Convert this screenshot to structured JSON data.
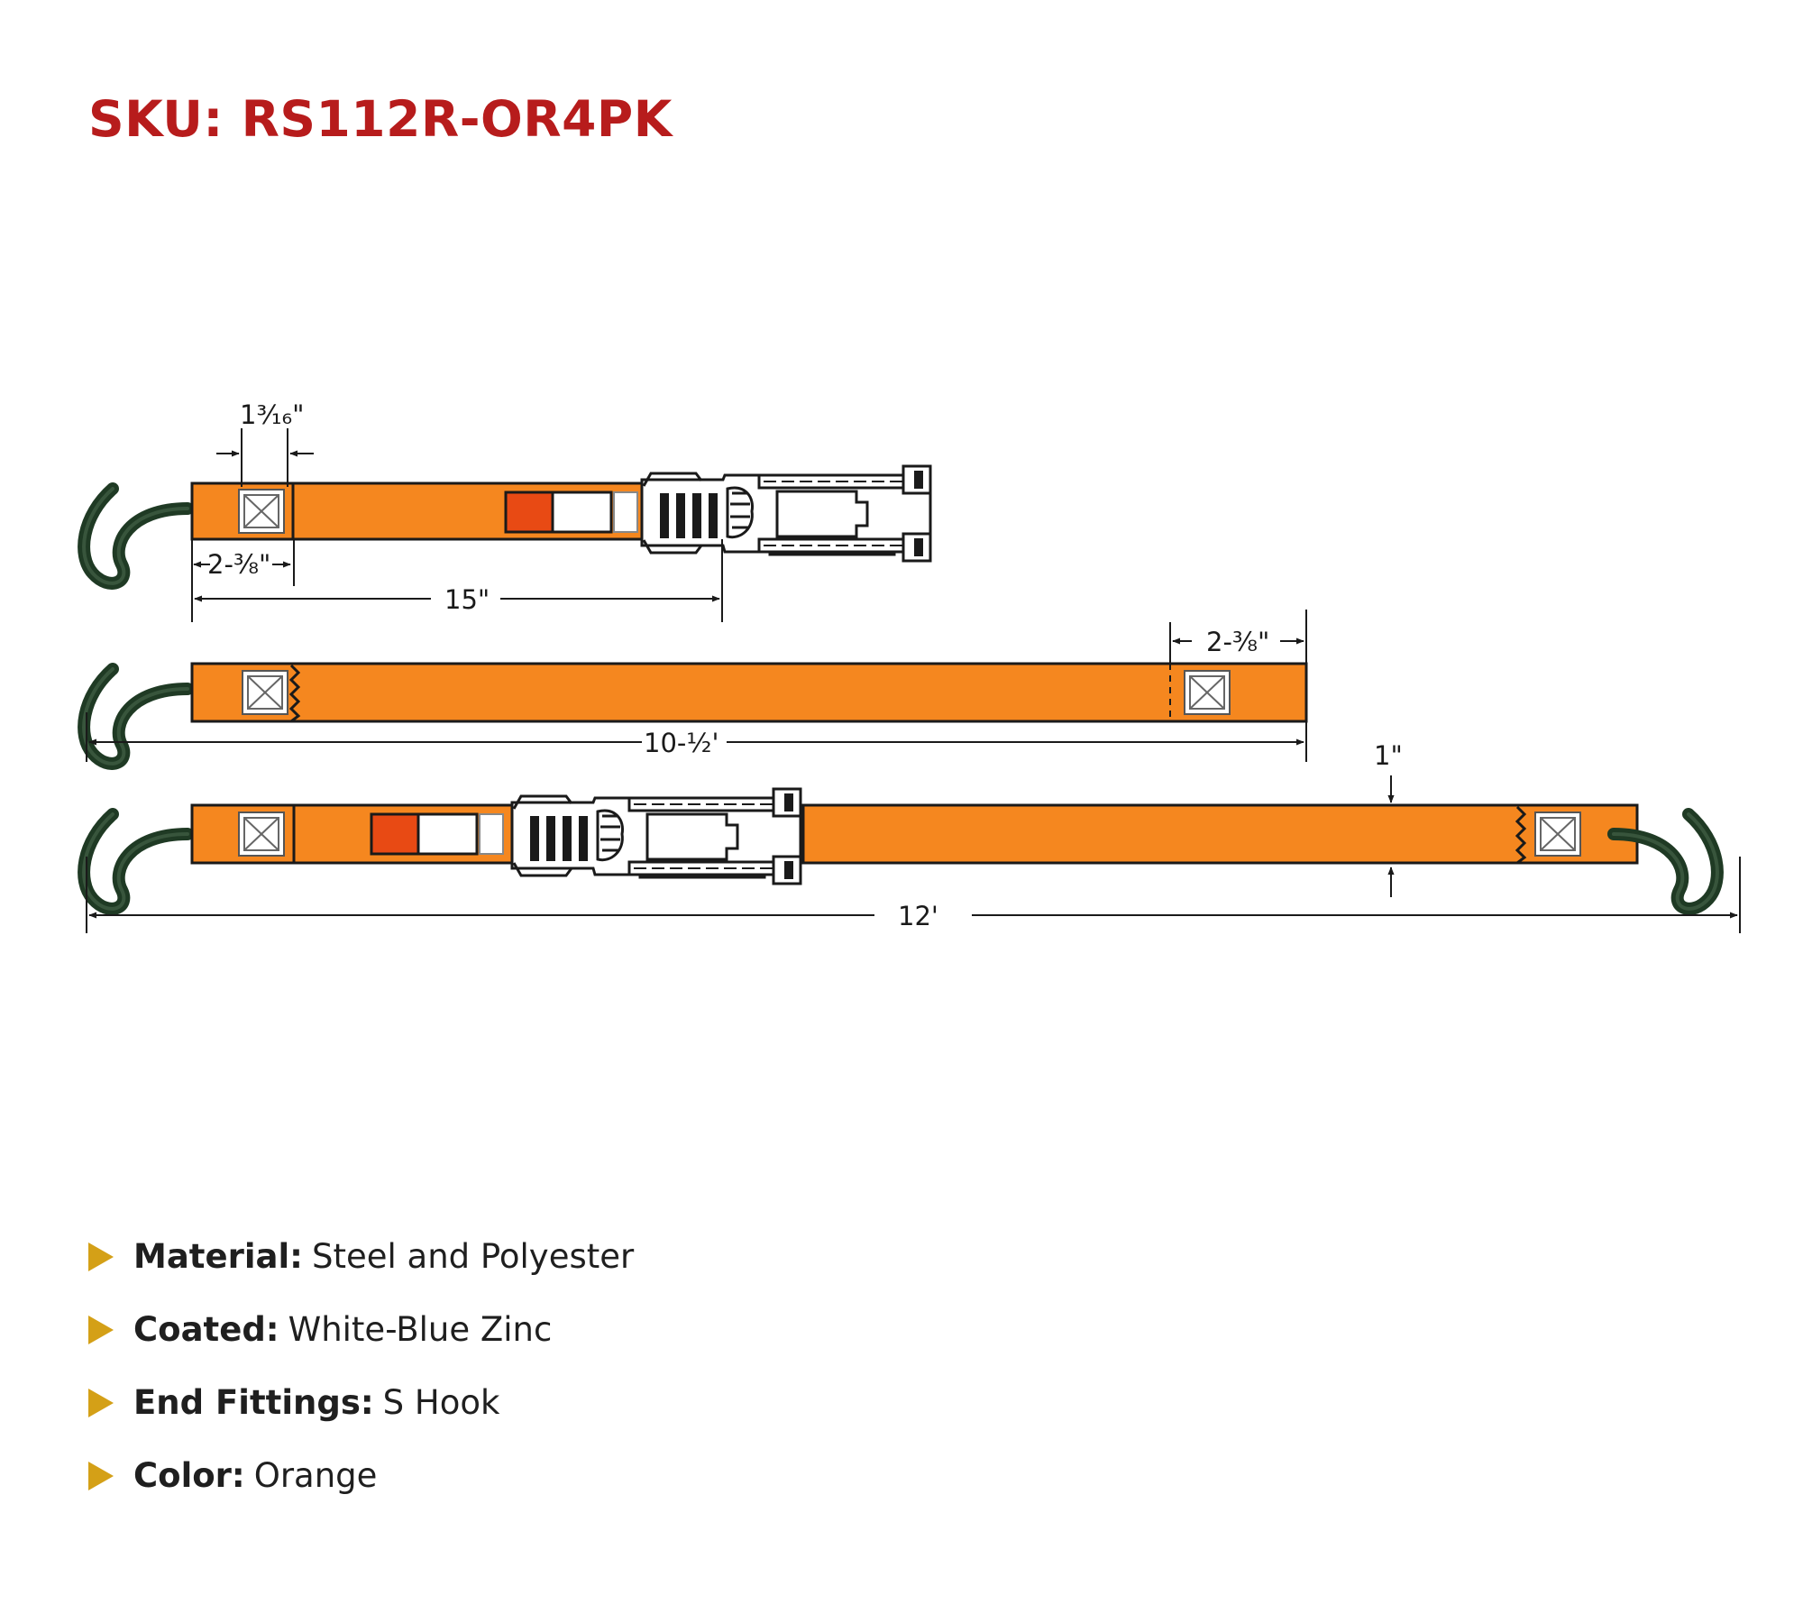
{
  "sku": "SKU: RS112R-OR4PK",
  "colors": {
    "sku_red": "#b71c1c",
    "strap_orange": "#f5871f",
    "hook_green": "#1f3a24",
    "tag_red": "#e84a14",
    "bullet_gold": "#d4a017"
  },
  "dimensions": {
    "stitch_width": "1³⁄₁₆\"",
    "loop_length": "2-⅜\"",
    "short_strap_length": "15\"",
    "end_loop_length": "2-⅜\"",
    "long_strap_length": "10-½'",
    "strap_width": "1\"",
    "overall_length": "12'"
  },
  "specs": [
    {
      "label": "Material:",
      "value": "Steel and Polyester"
    },
    {
      "label": "Coated:",
      "value": "White-Blue Zinc"
    },
    {
      "label": "End Fittings:",
      "value": "S Hook"
    },
    {
      "label": "Color:",
      "value": "Orange"
    }
  ]
}
